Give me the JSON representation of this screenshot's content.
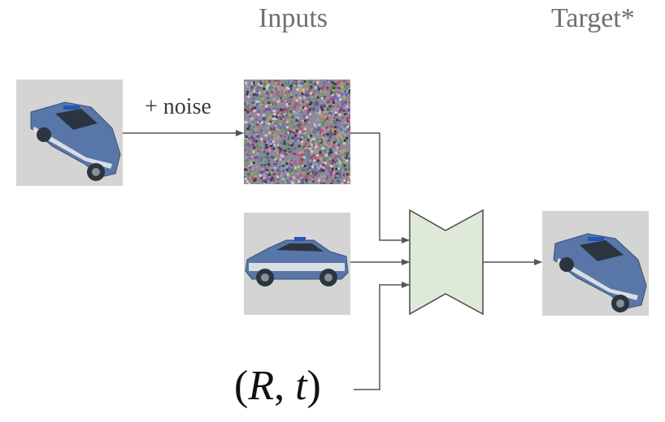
{
  "headers": {
    "inputs": "Inputs",
    "target": "Target*"
  },
  "labels": {
    "noise": "+ noise",
    "pose_open": "(",
    "pose_R": "R",
    "pose_sep": ", ",
    "pose_t": "t",
    "pose_close": ")"
  },
  "colors": {
    "background": "#ffffff",
    "image_bg": "#d4d4d4",
    "arrow": "#555555",
    "network_fill": "#dfe9d8",
    "network_stroke": "#4a4a4a",
    "car_body": "#5877a8",
    "car_stripe": "#d9dde4",
    "car_dark": "#2c3440"
  },
  "icons": {
    "network": "encoder-decoder-hourglass-icon",
    "source_image": "police-car-image",
    "noisy_image": "noise-image",
    "condition_image": "police-car-side-image",
    "target_image": "police-car-target-image"
  }
}
